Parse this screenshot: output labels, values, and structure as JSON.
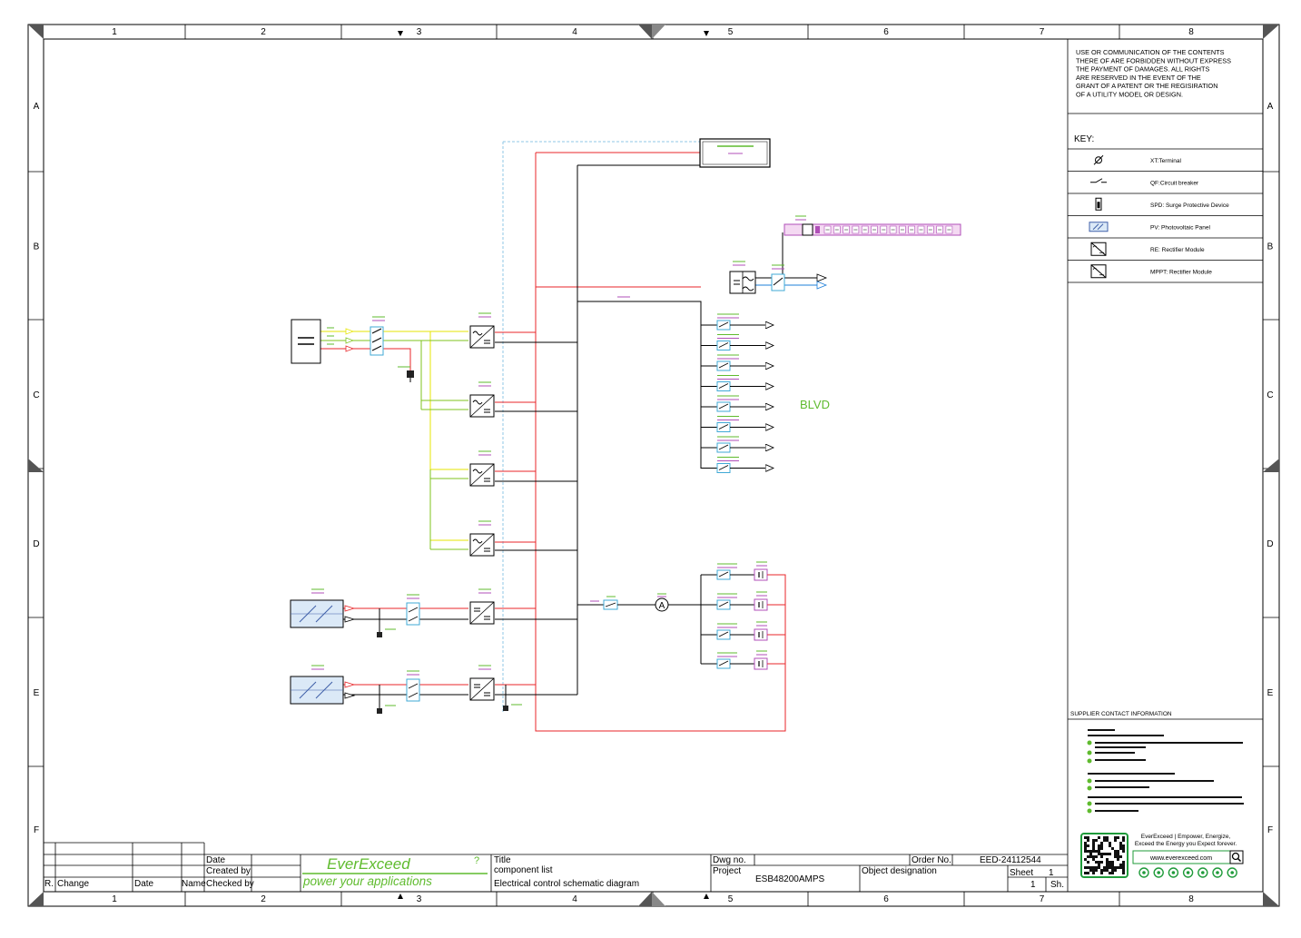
{
  "frame": {
    "columns": [
      "1",
      "2",
      "3",
      "4",
      "5",
      "6",
      "7",
      "8"
    ],
    "rows": [
      "A",
      "B",
      "C",
      "D",
      "E",
      "F"
    ]
  },
  "notice": {
    "lines": [
      "USE OR COMMUNICATION OF THE CONTENTS",
      "THERE OF ARE FORBIDDEN WITHOUT EXPRESS",
      "THE PAYMENT OF DAMAGES. ALL RIGHTS",
      "ARE RESERVED IN THE EVENT OF THE",
      "GRANT OF A PATENT OR THE REGISIRATION",
      "OF A UTILITY MODEL OR DESIGN."
    ]
  },
  "key": {
    "title": "KEY:",
    "items": [
      {
        "icon": "terminal-icon",
        "label": "XT:Terminal"
      },
      {
        "icon": "circuit-breaker-icon",
        "label": "QF:Circuit breaker"
      },
      {
        "icon": "spd-icon",
        "label": "SPD:  Surge Protective Device"
      },
      {
        "icon": "pv-panel-icon",
        "label": "PV:  Photovoltaic Panel"
      },
      {
        "icon": "rectifier-icon",
        "label": "RE: Rectifier Module"
      },
      {
        "icon": "mppt-icon",
        "label": "MPPT: Rectifier Module"
      }
    ]
  },
  "supplier": {
    "title": "SUPPLIER CONTACT INFORMATION",
    "slogan_1": "EverExceed | Empower, Energize,",
    "slogan_2": "Exceed the Energy you Expect forever.",
    "website": "www.everexceed.com"
  },
  "diagram": {
    "blvd_label": "BLVD"
  },
  "title_block": {
    "rev_label": "R.",
    "change_label": "Change",
    "date_label": "Date",
    "name_label": "Name",
    "date_row_label": "Date",
    "created_by_label": "Created by",
    "checked_by_label": "Checked by",
    "logo_name": "EverExceed",
    "logo_tagline": "power your applications",
    "title_label": "Title",
    "title_line_1": "component list",
    "title_line_2": "Electrical control schematic diagram",
    "dwg_no_label": "Dwg no.",
    "order_no_label": "Order No.",
    "order_no_value": "EED-24112544",
    "project_label": "Project",
    "project_value": "ESB48200AMPS",
    "object_designation_label": "Object designation",
    "sheet_label": "Sheet",
    "sheet_value": "1",
    "sheets_total": "1",
    "sheets_label": "Sh."
  },
  "colors": {
    "frame": "#000000",
    "positive_wire": "#e8262a",
    "negative_wire": "#000000",
    "ac_l1": "#e6e600",
    "ac_l2": "#7fc31c",
    "ac_neutral": "#1e7fd9",
    "label_green": "#5fbb2e",
    "label_magenta": "#b04fb8",
    "device_cyan": "#3fa9d6",
    "brand_green": "#1f9b3a"
  }
}
